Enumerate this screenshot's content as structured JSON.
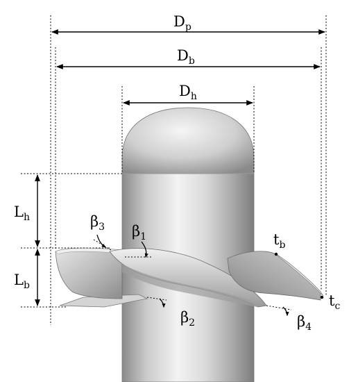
{
  "labels": {
    "dp": {
      "main": "D",
      "sub": "p"
    },
    "db": {
      "main": "D",
      "sub": "b"
    },
    "dh": {
      "main": "D",
      "sub": "h"
    },
    "lh": {
      "main": "L",
      "sub": "h"
    },
    "lb": {
      "main": "L",
      "sub": "b"
    },
    "beta1": {
      "main": "β",
      "sub": "1"
    },
    "beta2": {
      "main": "β",
      "sub": "2"
    },
    "beta3": {
      "main": "β",
      "sub": "3"
    },
    "beta4": {
      "main": "β",
      "sub": "4"
    },
    "tb": {
      "main": "t",
      "sub": "b"
    },
    "tc": {
      "main": "t",
      "sub": "c"
    }
  },
  "colors": {
    "line": "#000000",
    "hub_light": "#f2f2f2",
    "hub_mid": "#c8c8c8",
    "hub_dark": "#7a7a7a",
    "blade_light": "#d9d9d9",
    "blade_dark": "#8e8e8e"
  }
}
